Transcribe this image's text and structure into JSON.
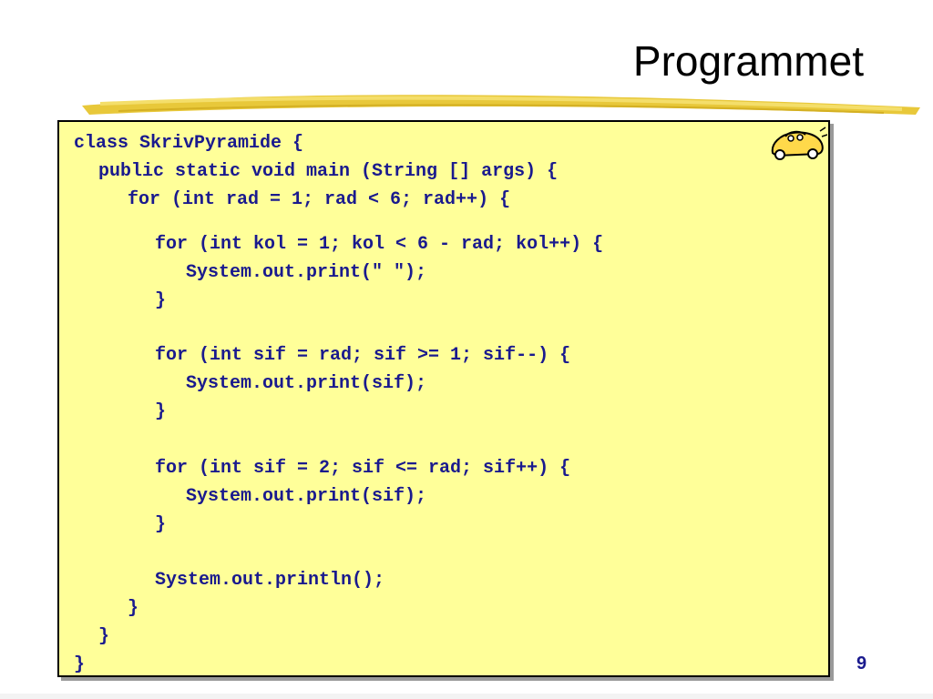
{
  "slide": {
    "title": "Programmet",
    "page_number": "9",
    "car_icon": "cartoon-car-icon"
  },
  "code": {
    "lines": [
      {
        "indent": 0,
        "text": "class SkrivPyramide {"
      },
      {
        "indent": 1,
        "text": "public static void main (String [] args) {"
      },
      {
        "indent": 2,
        "text": "for (int rad = 1; rad < 6; rad++) {"
      },
      {
        "indent": 3,
        "text": "for (int kol = 1; kol < 6 - rad; kol++) {"
      },
      {
        "indent": 4,
        "text": "System.out.print(\" \");"
      },
      {
        "indent": 3,
        "text": "}"
      },
      {
        "indent": 3,
        "text": "for (int sif = rad; sif >= 1; sif--) {"
      },
      {
        "indent": 4,
        "text": "System.out.print(sif);"
      },
      {
        "indent": 3,
        "text": "}"
      },
      {
        "indent": 3,
        "text": "for (int sif = 2; sif <= rad; sif++) {"
      },
      {
        "indent": 4,
        "text": "System.out.print(sif);"
      },
      {
        "indent": 3,
        "text": "}"
      },
      {
        "indent": 3,
        "text": "System.out.println();"
      },
      {
        "indent": 2,
        "text": "}"
      },
      {
        "indent": 1,
        "text": "}"
      },
      {
        "indent": 0,
        "text": "}"
      }
    ]
  }
}
